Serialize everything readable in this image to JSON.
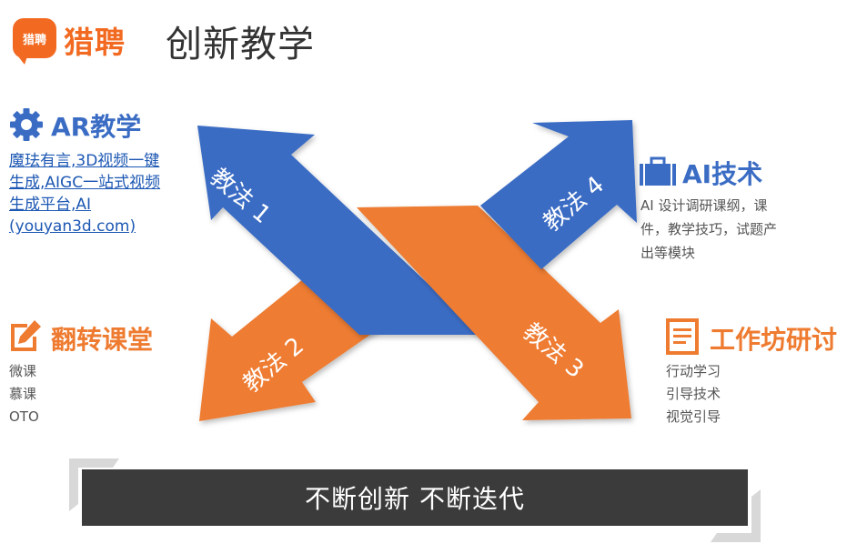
{
  "header": {
    "logo_badge": "猎聘",
    "logo_text": "猎聘",
    "title": "创新教学"
  },
  "sections": {
    "ar": {
      "title": "AR教学",
      "links": [
        "魔珐有言,3D视频一键",
        "生成,AIGC一站式视频",
        "生成平台,AI",
        "(youyan3d.com)"
      ]
    },
    "flip": {
      "title": "翻转课堂",
      "items": [
        "微课",
        "慕课",
        "OTO"
      ]
    },
    "ai": {
      "title": "AI技术",
      "lines": [
        "AI 设计调研课纲，课",
        "件，教学技巧，试题产",
        "出等模块"
      ]
    },
    "workshop": {
      "title": "工作坊研讨",
      "items": [
        "行动学习",
        "引导技术",
        "视觉引导"
      ]
    }
  },
  "arrows": {
    "m1": "教法 1",
    "m2": "教法 2",
    "m3": "教法 3",
    "m4": "教法 4"
  },
  "banner": {
    "text": "不断创新 不断迭代"
  },
  "colors": {
    "blue": "#3a6cc4",
    "orange": "#ee7b30",
    "brand": "#f26a21",
    "banner": "#3b3b3b"
  }
}
